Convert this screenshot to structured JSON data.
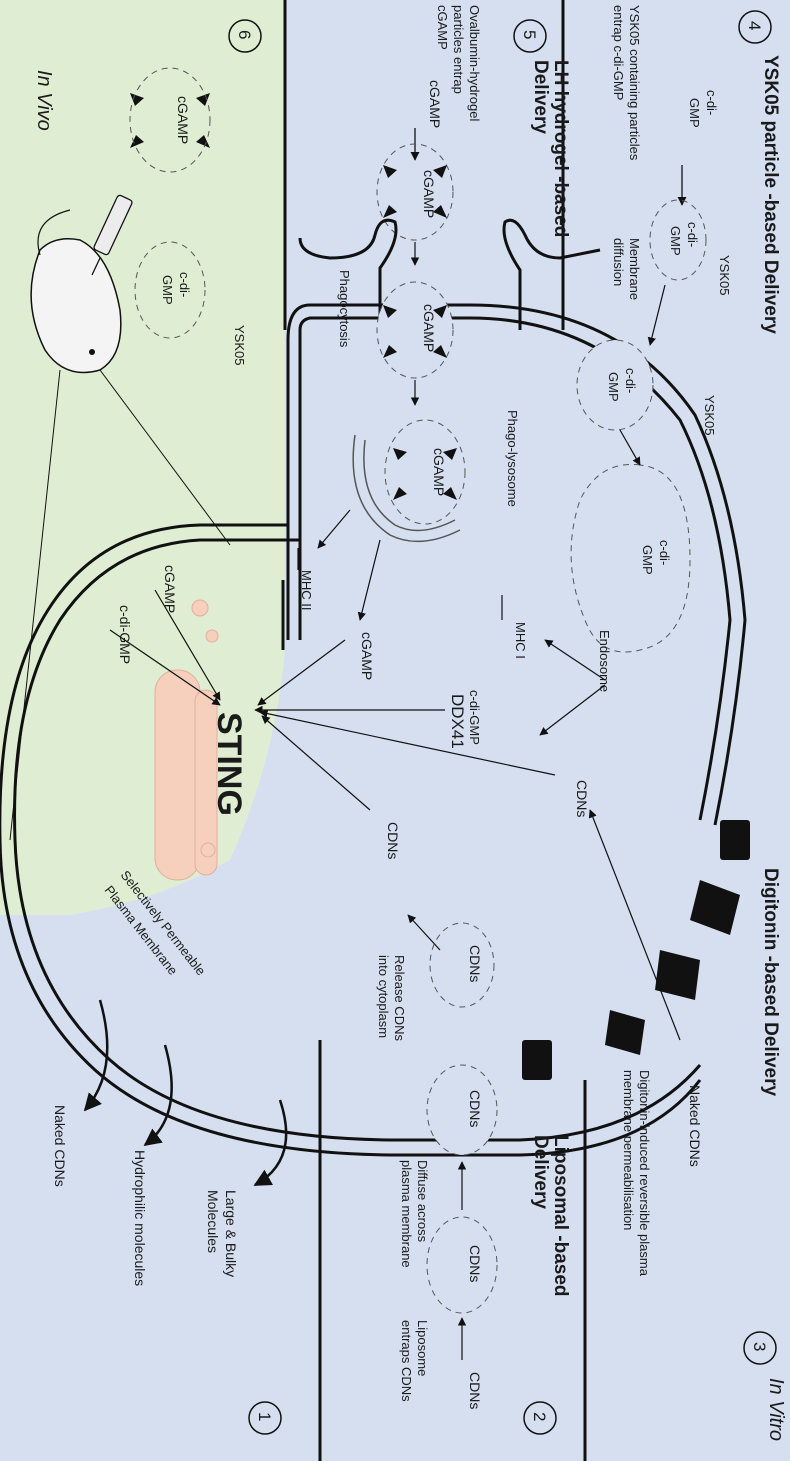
{
  "colors": {
    "in_vitro_bg": "#d5dff0",
    "in_vivo_bg": "#dfeed3",
    "sting_fill": "#f6d0bd",
    "line": "#111111"
  },
  "panels": {
    "in_vitro": "In Vitro",
    "in_vivo": "In Vivo",
    "p1": {
      "num": "1",
      "items": [
        "Large & Bulky",
        "Molecules",
        "Hydrophilic molecules",
        "Naked CDNs"
      ]
    },
    "p2": {
      "num": "2",
      "title1": "Liposomal -based",
      "title2": "Delivery",
      "entrap1": "Liposome",
      "entrap2": "entraps CDNs",
      "diffuse1": "Diffuse across",
      "diffuse2": "plasma membrane"
    },
    "p3": {
      "num": "3",
      "title": "Digitonin -based Delivery",
      "desc1": "Digitonin-induced reversible plasma",
      "desc2": "membrane permeabilisation",
      "naked": "Naked CDNs"
    },
    "p4": {
      "num": "4",
      "title": "YSK05 particle -based Delivery",
      "desc1": "YSK05 containing particles",
      "desc2": "entrap c-di-GMP",
      "memb1": "Membrane",
      "memb2": "diffusion"
    },
    "p5": {
      "num": "5",
      "title1": "LH hydrogel -based",
      "title2": "Delivery",
      "desc1": "Ovalbumin-hydrogel",
      "desc2": "particles entrap",
      "desc3": "cGAMP",
      "phago": "Phagocytosis",
      "phagolys": "Phago-lysosome"
    },
    "p6": {
      "num": "6"
    }
  },
  "molecules": {
    "cdns": "CDNs",
    "cgamp": "cGAMP",
    "cdigmp": "c-di-GMP",
    "cdi": "c-di-",
    "gmp": "GMP",
    "ysk05": "YSK05",
    "endosome": "Endosome",
    "mhc1": "MHC I",
    "mhc2": "MHC II",
    "ddx41": "DDX41",
    "sting": "STING"
  },
  "cell": {
    "membrane1": "Selectively Permeable",
    "membrane2": "Plasma Membrane",
    "release1": "Release CDNs",
    "release2": "into cytoplasm"
  }
}
